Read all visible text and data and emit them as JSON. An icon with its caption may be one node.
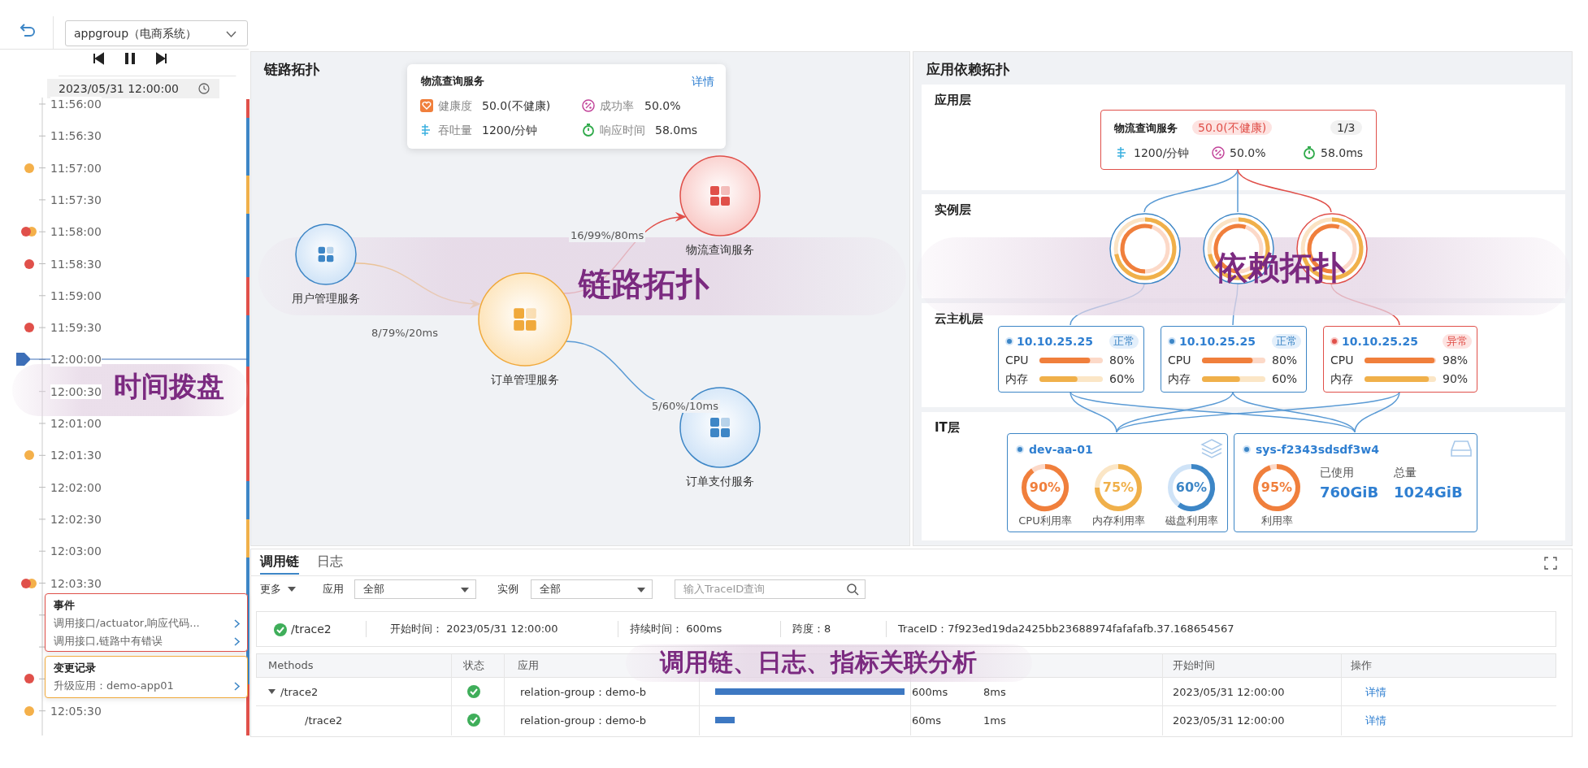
{
  "diagram": {
    "nodes": [
      {
        "text": [
          "链路拓扑"
        ]
      },
      {
        "text": [
          "物流查询服务",
          "详情",
          "健康度",
          "50.0(不健康)",
          "成功率",
          "50.0%",
          "吞吐量",
          "1200/分钟",
          "响应时间",
          "58.0ms"
        ],
        "in": 0
      },
      {
        "text": [
          "用户管理服务"
        ],
        "in": 0
      },
      {
        "text": [
          "订单管理服务"
        ],
        "in": 0
      },
      {
        "text": [
          "物流查询服务"
        ],
        "in": 0
      },
      {
        "text": [
          "订单支付服务"
        ],
        "in": 0
      },
      {
        "text": [
          "应用依赖拓扑"
        ]
      },
      {
        "text": [
          "应用层"
        ],
        "in": 6
      },
      {
        "text": [
          "实例层"
        ],
        "in": 6
      },
      {
        "text": [
          "云主机层"
        ],
        "in": 6
      },
      {
        "text": [
          "IT层"
        ],
        "in": 6
      },
      {
        "text": [
          "物流查询服务",
          "50.0(不健康)",
          "1/3",
          "1200/分钟",
          "50.0%",
          "58.0ms"
        ],
        "in": 7
      },
      {
        "text": [],
        "shape": "circle",
        "in": 8
      },
      {
        "text": [],
        "shape": "circle",
        "in": 8
      },
      {
        "text": [],
        "shape": "circle",
        "in": 8
      },
      {
        "text": [
          "10.10.25.25",
          "正常",
          "CPU",
          "80%",
          "内存",
          "60%"
        ],
        "in": 9
      },
      {
        "text": [
          "10.10.25.25",
          "正常",
          "CPU",
          "80%",
          "内存",
          "60%"
        ],
        "in": 9
      },
      {
        "text": [
          "10.10.25.25",
          "异常",
          "CPU",
          "98%",
          "内存",
          "90%"
        ],
        "in": 9
      },
      {
        "text": [
          "dev-aa-01",
          "90%",
          "CPU利用率",
          "75%",
          "内存利用率",
          "60%",
          "磁盘利用率"
        ],
        "in": 10
      },
      {
        "text": [
          "sys-f2343sdsdf3w4",
          "95%",
          "利用率",
          "已使用",
          "760GiB",
          "总量",
          "1024GiB"
        ],
        "in": 10
      },
      {
        "text": [
          "事件",
          "调用接口/actuator,响应代码...",
          "调用接口,链路中有错误"
        ]
      },
      {
        "text": [
          "变更记录",
          "升级应用：demo-app01"
        ]
      }
    ],
    "edges": [
      {
        "from": 2,
        "to": 3,
        "arrow": "to",
        "label": "8/79%/20ms",
        "color": "#f0b04a"
      },
      {
        "from": 3,
        "to": 4,
        "arrow": "to",
        "label": "16/99%/80ms",
        "color": "#e0504a"
      },
      {
        "from": 3,
        "to": 5,
        "arrow": "to",
        "label": "5/60%/10ms"
      },
      {
        "from": 11,
        "to": 12,
        "arrow": "none"
      },
      {
        "from": 11,
        "to": 13,
        "arrow": "none"
      },
      {
        "from": 11,
        "to": 14,
        "arrow": "none",
        "color": "#e0504a"
      },
      {
        "from": 12,
        "to": 15,
        "arrow": "none"
      },
      {
        "from": 13,
        "to": 16,
        "arrow": "none"
      },
      {
        "from": 14,
        "to": 17,
        "arrow": "none",
        "color": "#e0504a"
      },
      {
        "from": 15,
        "to": 18,
        "arrow": "none"
      },
      {
        "from": 15,
        "to": 19,
        "arrow": "none"
      },
      {
        "from": 16,
        "to": 18,
        "arrow": "none"
      },
      {
        "from": 16,
        "to": 19,
        "arrow": "none"
      },
      {
        "from": 17,
        "to": 18,
        "arrow": "none"
      },
      {
        "from": 17,
        "to": 19,
        "arrow": "none"
      }
    ],
    "labels": [
      "appgroup（电商系统）",
      "2023/05/31 12:00:00",
      "11:56:00",
      "11:56:30",
      "11:57:00",
      "11:57:30",
      "11:58:00",
      "11:58:30",
      "11:59:00",
      "11:59:30",
      "12:00:00",
      "12:00:30",
      "12:01:00",
      "12:01:30",
      "12:02:00",
      "12:02:30",
      "12:03:00",
      "12:03:30",
      "12:05:30",
      "时间拨盘",
      "链路拓扑",
      "依赖拓扑",
      "调用链",
      "日志",
      "更多",
      "应用",
      "全部",
      "实例",
      "全部",
      "输入TraceID查询",
      "/trace2",
      "开始时间： 2023/05/31 12:00:00",
      "持续时间： 600ms",
      "跨度：8",
      "TraceID：7f923ed19da2425bb23688974fafafafb.37.168654567",
      "Methods",
      "状态",
      "应用",
      "开始时间",
      "操作",
      "调用链、日志、指标关联分析",
      "/trace2",
      "relation-group：demo-b",
      "600ms",
      "8ms",
      "2023/05/31 12:00:00",
      "详情",
      "/trace2",
      "relation-group：demo-b",
      "60ms",
      "1ms",
      "2023/05/31 12:00:00",
      "详情"
    ]
  }
}
